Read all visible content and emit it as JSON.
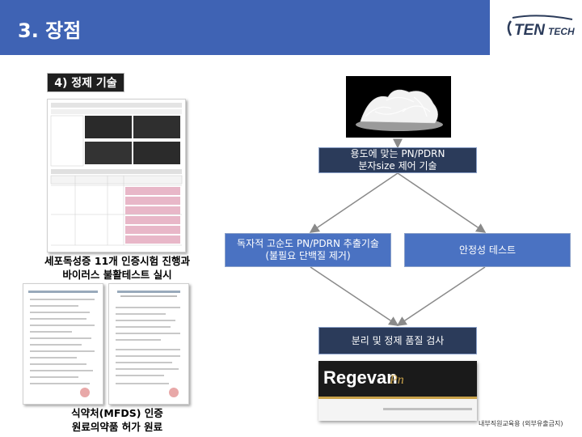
{
  "header": {
    "title": "3. 장점",
    "logo_text": "TENTECH"
  },
  "section_badge": "4) 정제 기술",
  "captions": {
    "cytotox_line1": "세포독성증 11개 인증시험 진행과",
    "cytotox_line2": "바이러스 불활테스트 실시",
    "mfds_line1": "식약처(MFDS) 인증",
    "mfds_line2": "원료의약품 허가 원료"
  },
  "flow": {
    "size_control_line1": "용도에 맞는 PN/PDRN",
    "size_control_line2": "분자size 제어 기술",
    "extraction_line1": "독자적 고순도 PN/PDRN 추출기술",
    "extraction_line2": "(불필요 단백질 제거)",
    "stability": "안정성 테스트",
    "qc": "분리 및 정제 품질 검사"
  },
  "product": {
    "brand": "Regevan",
    "script_suffix": "Pn"
  },
  "footer_note": "내부직원교육용 (외부유출금지)",
  "colors": {
    "header": "#3f63b4",
    "dark_box": "#2b3b5a",
    "blue_box": "#4a72c2",
    "arrow": "#8a8a8a"
  }
}
